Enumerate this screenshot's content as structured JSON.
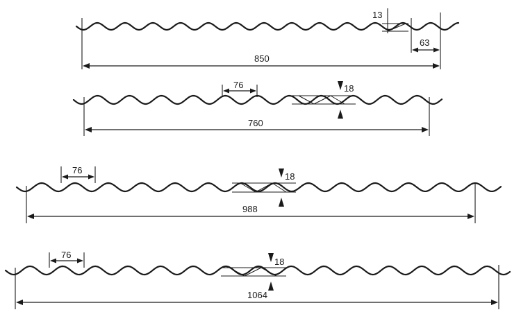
{
  "profiles": [
    {
      "id": "profile-1",
      "total_width_label": "850",
      "wave_height_label": "13",
      "edge_label": "63"
    },
    {
      "id": "profile-2",
      "total_width_label": "760",
      "pitch_label": "76",
      "wave_height_label": "18"
    },
    {
      "id": "profile-3",
      "total_width_label": "988",
      "pitch_label": "76",
      "wave_height_label": "18"
    },
    {
      "id": "profile-4",
      "total_width_label": "1064",
      "pitch_label": "76",
      "wave_height_label": "18"
    }
  ]
}
